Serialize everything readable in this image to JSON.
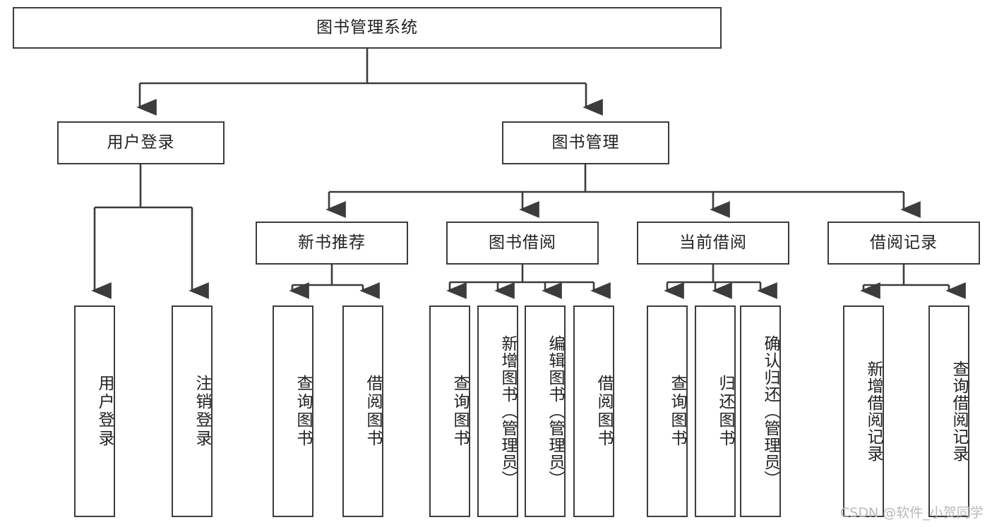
{
  "diagram": {
    "title": "图书管理系统",
    "watermark": "CSDN @软件_小贺同学",
    "line_color": "#3c3c3c",
    "box_fill": "#ffffff",
    "text_color": "#222222",
    "watermark_color": "#b9b9b9",
    "nodes": {
      "root": "图书管理系统",
      "login": "用户登录",
      "book_mgmt": "图书管理",
      "new_book_rec": "新书推荐",
      "book_borrow": "图书借阅",
      "current_borrow": "当前借阅",
      "borrow_record": "借阅记录",
      "login_user_login": "用户登录",
      "login_logout": "注销登录",
      "rec_query_book": "查询图书",
      "rec_borrow_book": "借阅图书",
      "borrow_query_book": "查询图书",
      "borrow_add_book": "新增图书（管理员）",
      "borrow_edit_book": "编辑图书（管理员）",
      "borrow_borrow_book": "借阅图书",
      "cur_query_book": "查询图书",
      "cur_return_book": "归还图书",
      "cur_confirm_return": "确认归还（管理员）",
      "rec_add_record": "新增借阅记录",
      "rec_query_record": "查询借阅记录"
    }
  }
}
